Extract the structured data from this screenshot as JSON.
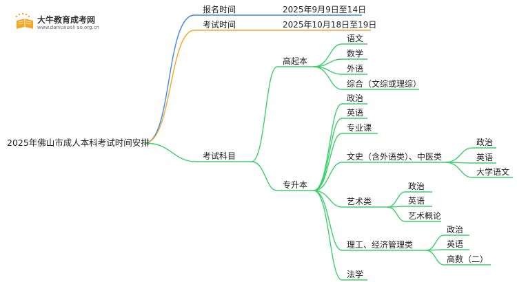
{
  "logo": {
    "title": "大牛教育成考网",
    "url": "www.daniuxueli ao.org.cn",
    "icon": "book-icon",
    "color": "#f5a623"
  },
  "colors": {
    "blue": "#3d86e8",
    "orange": "#f5a623",
    "green": "#3ccf6a"
  },
  "root": "2025年佛山市成人本科考试时间安排",
  "branches": {
    "baoming": {
      "label": "报名时间",
      "value": "2025年9月9日至14日"
    },
    "kaoshi": {
      "label": "考试时间",
      "value": "2025年10月18日至19日"
    },
    "kemu": {
      "label": "考试科目",
      "gaoqiben": {
        "label": "高起本",
        "items": [
          "语文",
          "数学",
          "外语",
          "综合（文综或理综）"
        ]
      },
      "zhuanshengben": {
        "label": "专升本",
        "items": [
          "政治",
          "英语",
          "专业课"
        ],
        "wenshi": {
          "label": "文史（含外语类）、中医类",
          "items": [
            "政治",
            "英语",
            "大学语文"
          ]
        },
        "yishu": {
          "label": "艺术类",
          "items": [
            "政治",
            "英语",
            "艺术概论"
          ]
        },
        "ligong": {
          "label": "理工、经济管理类",
          "items": [
            "政治",
            "英语",
            "高数（二）"
          ]
        },
        "faxue": "法学"
      }
    }
  }
}
